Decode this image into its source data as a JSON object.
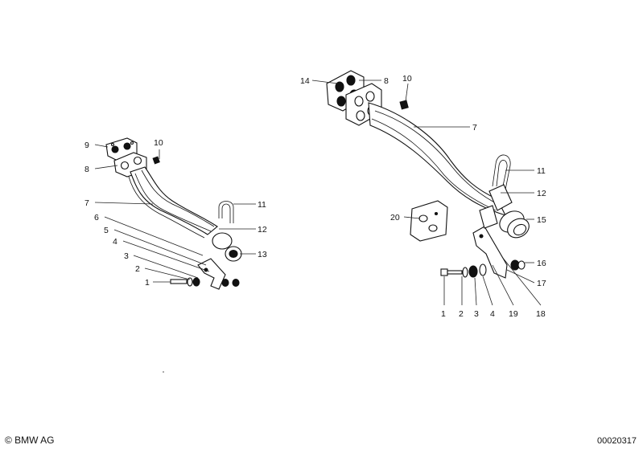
{
  "copyright": "© BMW AG",
  "diagram_number": "00020317",
  "left_assembly": {
    "callouts": [
      {
        "id": "9",
        "text": "9"
      },
      {
        "id": "10",
        "text": "10"
      },
      {
        "id": "8",
        "text": "8"
      },
      {
        "id": "7",
        "text": "7"
      },
      {
        "id": "11",
        "text": "11"
      },
      {
        "id": "6",
        "text": "6"
      },
      {
        "id": "12",
        "text": "12"
      },
      {
        "id": "5",
        "text": "5"
      },
      {
        "id": "4",
        "text": "4"
      },
      {
        "id": "13",
        "text": "13"
      },
      {
        "id": "3",
        "text": "3"
      },
      {
        "id": "2",
        "text": "2"
      },
      {
        "id": "1",
        "text": "1"
      }
    ]
  },
  "right_assembly": {
    "callouts": [
      {
        "id": "14",
        "text": "14"
      },
      {
        "id": "8",
        "text": "8"
      },
      {
        "id": "10",
        "text": "10"
      },
      {
        "id": "7",
        "text": "7"
      },
      {
        "id": "11",
        "text": "11"
      },
      {
        "id": "12",
        "text": "12"
      },
      {
        "id": "20",
        "text": "20"
      },
      {
        "id": "15",
        "text": "15"
      },
      {
        "id": "16",
        "text": "16"
      },
      {
        "id": "17",
        "text": "17"
      },
      {
        "id": "1",
        "text": "1"
      },
      {
        "id": "2",
        "text": "2"
      },
      {
        "id": "3",
        "text": "3"
      },
      {
        "id": "4",
        "text": "4"
      },
      {
        "id": "19",
        "text": "19"
      },
      {
        "id": "18",
        "text": "18"
      }
    ]
  }
}
